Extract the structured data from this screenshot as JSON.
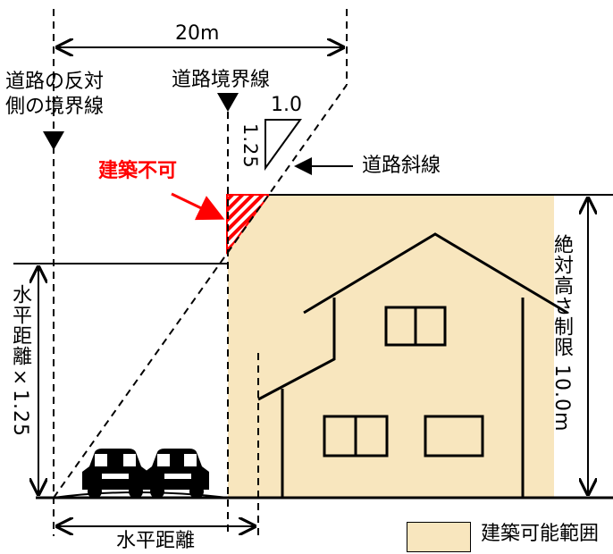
{
  "labels": {
    "top_width": "20m",
    "opposite_boundary": "道路の反対\n側の境界線",
    "road_boundary": "道路境界線",
    "slope_run": "1.0",
    "slope_rise": "1.25",
    "road_slope_line": "道路斜線",
    "not_buildable": "建築不可",
    "height_formula": "水平距離×1.25",
    "absolute_height": "絶対高さ制限 10.0m",
    "horizontal_distance": "水平距離",
    "legend_buildable": "建築可能範囲"
  },
  "colors": {
    "buildable_fill": "#f8e6be",
    "warning": "#ff0000",
    "line": "#000000"
  },
  "icons": [
    "triangle-down-marker",
    "car-icon",
    "house-outline",
    "arrow"
  ]
}
